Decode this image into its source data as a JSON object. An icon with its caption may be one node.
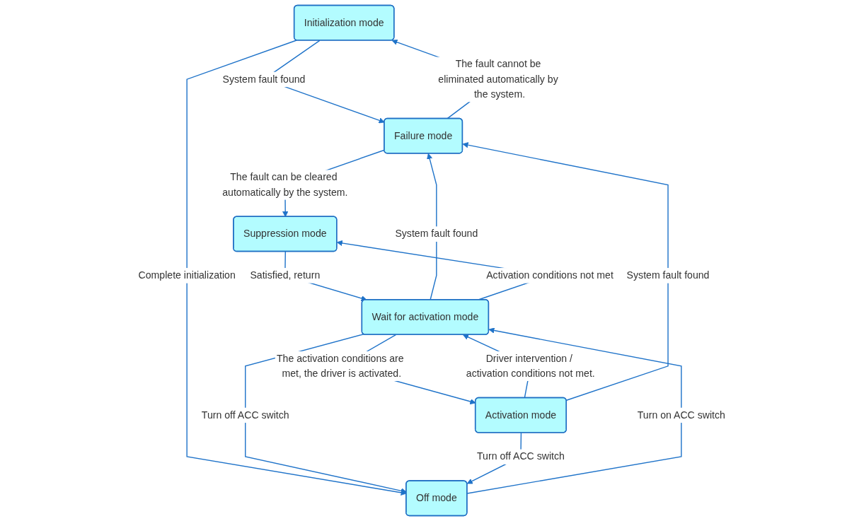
{
  "diagram": {
    "nodes": [
      {
        "text": [
          "Initialization mode"
        ]
      },
      {
        "text": [
          "Failure mode"
        ]
      },
      {
        "text": [
          "Wait for activation mode"
        ]
      },
      {
        "text": [
          "Off mode"
        ]
      },
      {
        "text": [
          "Suppression mode"
        ]
      },
      {
        "text": [
          "Activation mode"
        ]
      }
    ],
    "edges": [
      {
        "from": 2,
        "to": 1,
        "arrow": "to",
        "label": "System fault found"
      },
      {
        "from": 0,
        "to": 1,
        "arrow": "to",
        "label": "System fault found"
      },
      {
        "from": 1,
        "to": 0,
        "arrow": "to",
        "label": "The fault cannot be eliminated automatically by the system."
      },
      {
        "from": 0,
        "to": 3,
        "arrow": "to",
        "label": "Complete initialization"
      },
      {
        "from": 2,
        "to": 3,
        "arrow": "to",
        "label": "Turn off ACC switch"
      },
      {
        "from": 3,
        "to": 2,
        "arrow": "to",
        "label": "Turn on ACC switch"
      },
      {
        "from": 2,
        "to": 4,
        "arrow": "to",
        "label": "Activation conditions not met"
      },
      {
        "from": 4,
        "to": 2,
        "arrow": "to",
        "label": "Satisfied, return"
      },
      {
        "from": 2,
        "to": 5,
        "arrow": "to",
        "label": "The activation conditions are met, the driver is activated."
      },
      {
        "from": 5,
        "to": 2,
        "arrow": "to",
        "label": "Driver intervention / activation conditions not met."
      },
      {
        "from": 5,
        "to": 3,
        "arrow": "to",
        "label": "Turn off ACC switch"
      },
      {
        "from": 5,
        "to": 1,
        "arrow": "to",
        "label": "System fault found"
      },
      {
        "from": 1,
        "to": 4,
        "arrow": "to",
        "label": "The fault can be cleared automatically by the system."
      }
    ]
  }
}
